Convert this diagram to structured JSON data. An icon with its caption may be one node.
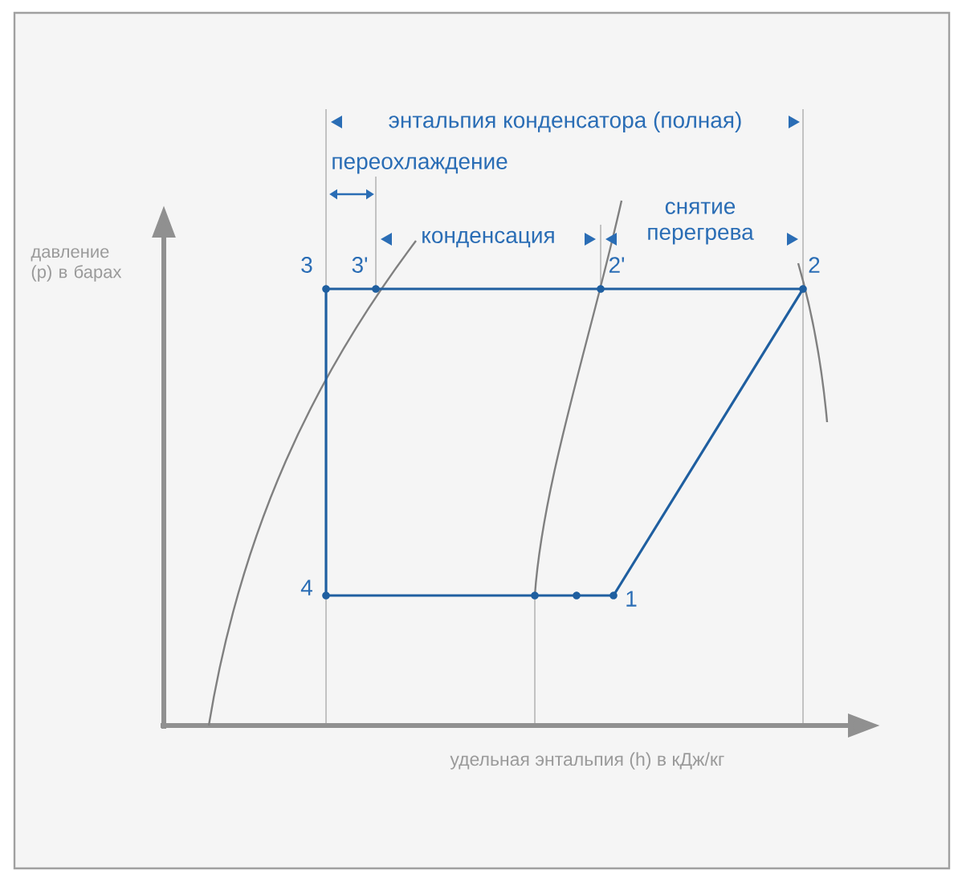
{
  "diagram": {
    "labels": [
      "энтальпия конденсатора (полная)",
      "переохлаждение",
      "конденсация",
      "снятие перегрева",
      "давление (p) в барах",
      "3",
      "3'",
      "2'",
      "2",
      "4",
      "1",
      "удельная энтальпия (h) в кДж/кг"
    ]
  }
}
